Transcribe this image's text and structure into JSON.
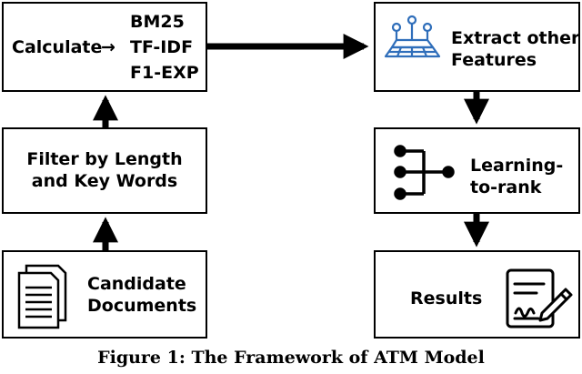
{
  "nodes": {
    "calculate": {
      "prefix": "Calculate",
      "arrow": "→",
      "metrics": [
        "BM25",
        "TF-IDF",
        "F1-EXP"
      ]
    },
    "filter": {
      "lines": [
        "Filter by Length",
        "and Key Words"
      ]
    },
    "candidate": {
      "lines": [
        "Candidate",
        "Documents"
      ]
    },
    "extract": {
      "lines": [
        "Extract other",
        "Features"
      ]
    },
    "ltr": {
      "lines": [
        "Learning-",
        "to-rank"
      ]
    },
    "results": {
      "label": "Results"
    }
  },
  "caption": "Figure 1: The Framework of ATM Model",
  "icons": {
    "extract": "layered-network-icon",
    "ltr": "flow-branch-icon",
    "candidate": "documents-icon",
    "results": "signed-document-icon"
  },
  "colors": {
    "extract_icon": "#2f6eba",
    "stroke": "#000000"
  }
}
